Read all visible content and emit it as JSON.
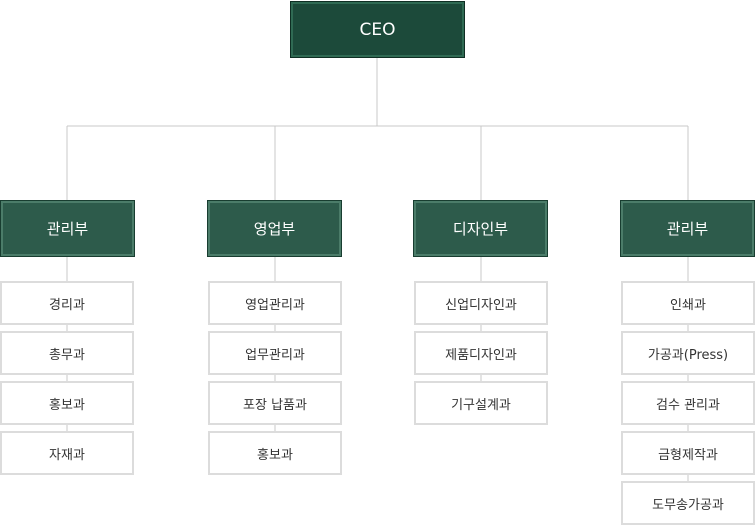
{
  "org": {
    "ceo": "CEO",
    "departments": [
      {
        "name": "관리부",
        "teams": [
          "경리과",
          "총무과",
          "홍보과",
          "자재과"
        ]
      },
      {
        "name": "영업부",
        "teams": [
          "영업관리과",
          "업무관리과",
          "포장 납품과",
          "홍보과"
        ]
      },
      {
        "name": "디자인부",
        "teams": [
          "신업디자인과",
          "제품디자인과",
          "기구설계과"
        ]
      },
      {
        "name": "관리부",
        "teams": [
          "인쇄과",
          "가공과(Press)",
          "검수 관리과",
          "금형제작과",
          "도무송가공과"
        ]
      }
    ]
  },
  "colors": {
    "ceo_fill": "#1c4a3a",
    "dept_fill": "#2d5b4b",
    "line": "#c8c8c8",
    "team_border": "#dcdcdc"
  }
}
